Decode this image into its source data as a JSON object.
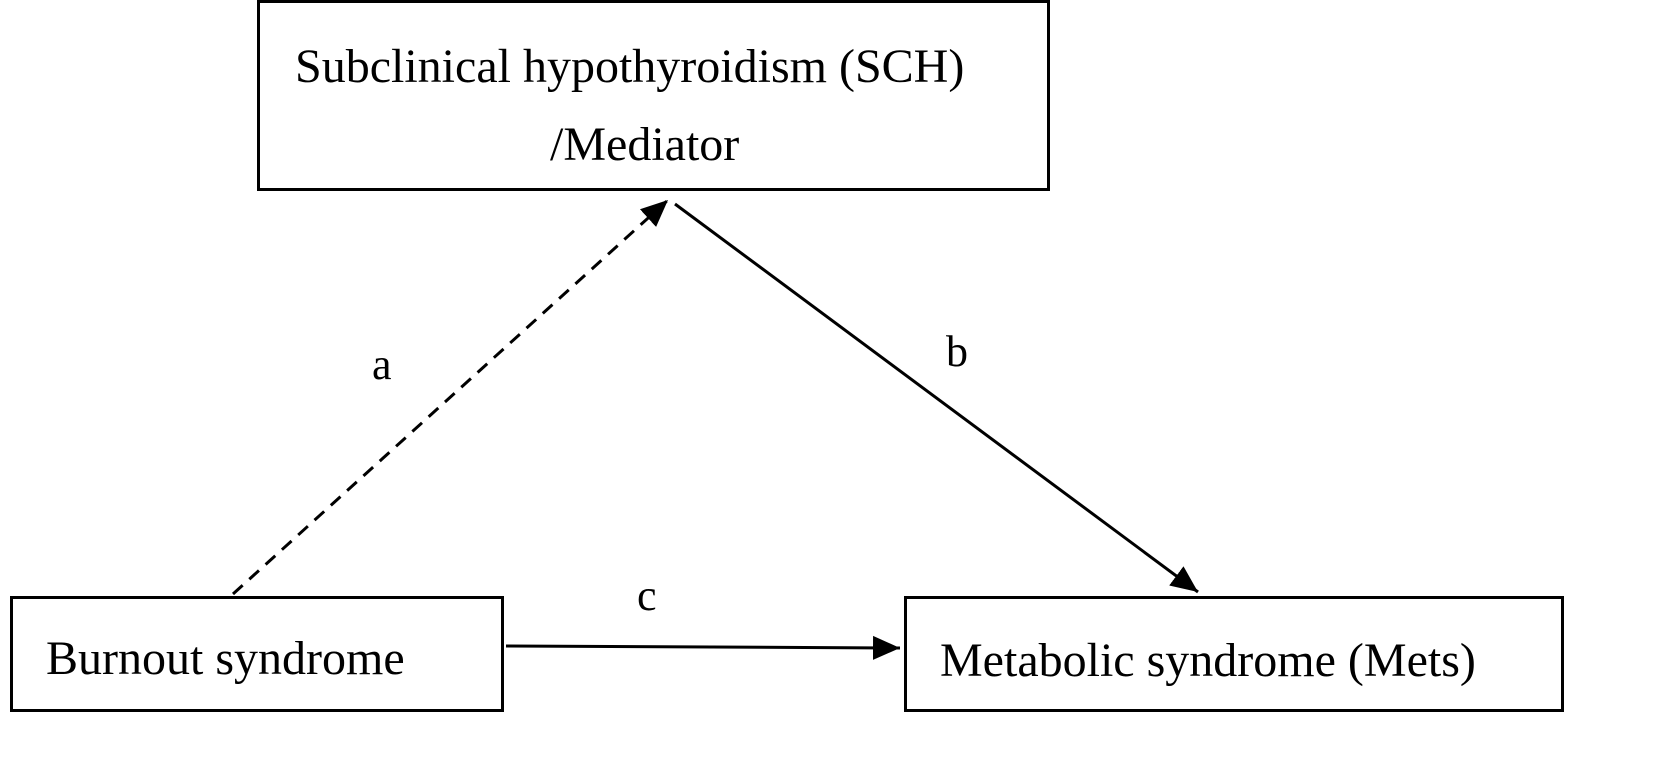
{
  "nodes": {
    "mediator": {
      "line1": "Subclinical hypothyroidism (SCH)",
      "line2": "/Mediator"
    },
    "independent": {
      "label": "Burnout syndrome"
    },
    "dependent": {
      "label": "Metabolic syndrome (Mets)"
    }
  },
  "paths": {
    "a": {
      "label": "a",
      "from": "independent",
      "to": "mediator",
      "style": "dashed"
    },
    "b": {
      "label": "b",
      "from": "mediator",
      "to": "dependent",
      "style": "solid"
    },
    "c": {
      "label": "c",
      "from": "independent",
      "to": "dependent",
      "style": "solid"
    }
  },
  "colors": {
    "stroke": "#000000",
    "background": "#ffffff"
  }
}
